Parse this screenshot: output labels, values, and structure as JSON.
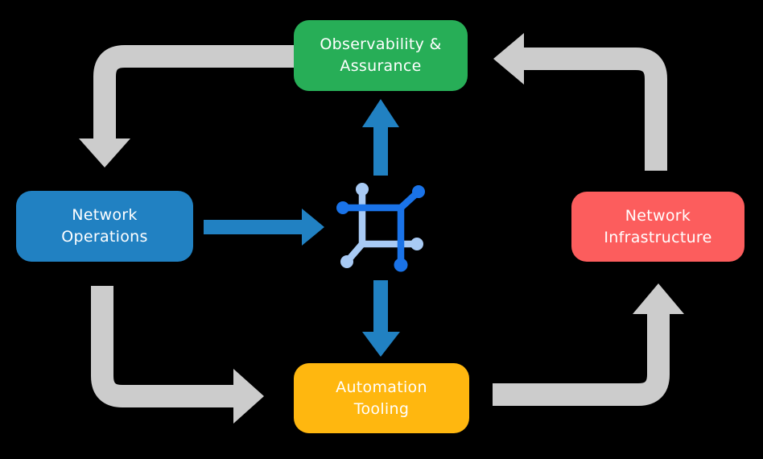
{
  "diagram": {
    "background": "#000000",
    "text_color": "#ffffff",
    "nodes": {
      "observability": {
        "label": "Observability &\nAssurance",
        "color": "#27AE57"
      },
      "operations": {
        "label": "Network\nOperations",
        "color": "#2181C2"
      },
      "infrastructure": {
        "label": "Network\nInfrastructure",
        "color": "#FC5D5D"
      },
      "automation": {
        "label": "Automation\nTooling",
        "color": "#FFB70F"
      }
    },
    "center_icon": {
      "name": "network-automation-icon",
      "dark_blue": "#1A73E8",
      "light_blue": "#A8CAF4"
    },
    "arrows": {
      "gray_color": "#CCCCCC",
      "blue_color": "#2181C2",
      "flow": [
        "observability-to-operations",
        "operations-to-center",
        "center-to-observability",
        "center-to-automation",
        "operations-to-automation",
        "automation-to-infrastructure",
        "infrastructure-to-observability"
      ]
    }
  }
}
